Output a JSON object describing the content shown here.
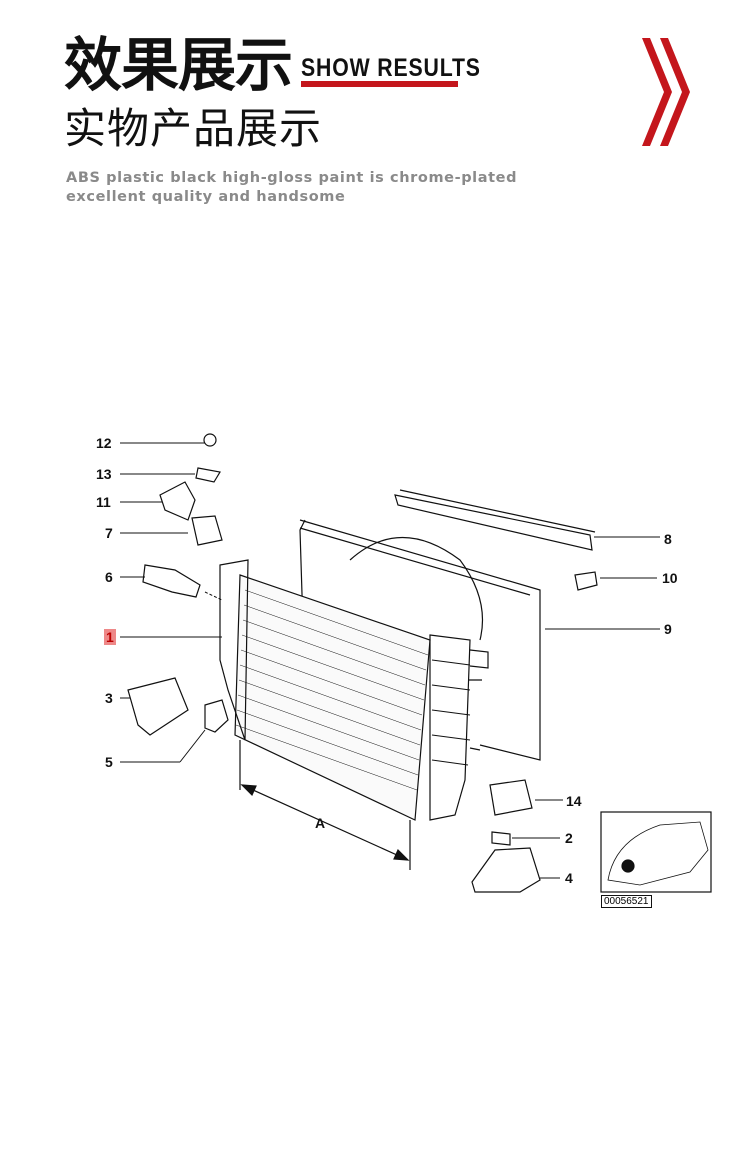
{
  "header": {
    "title_cn": "效果展示",
    "title_en": "SHOW  RESULTS",
    "subtitle_cn": "实物产品展示",
    "description_lines": [
      "ABS plastic black high-gloss paint is chrome-plated",
      "excellent quality and handsome"
    ],
    "accent_color": "#c4161c"
  },
  "diagram": {
    "callouts": [
      {
        "label": "12"
      },
      {
        "label": "13"
      },
      {
        "label": "11"
      },
      {
        "label": "7"
      },
      {
        "label": "6"
      },
      {
        "label": "1"
      },
      {
        "label": "3"
      },
      {
        "label": "5"
      },
      {
        "label": "8"
      },
      {
        "label": "10"
      },
      {
        "label": "9"
      },
      {
        "label": "14"
      },
      {
        "label": "2"
      },
      {
        "label": "4"
      }
    ],
    "dimension_label": "A",
    "inset_code": "00056521"
  }
}
